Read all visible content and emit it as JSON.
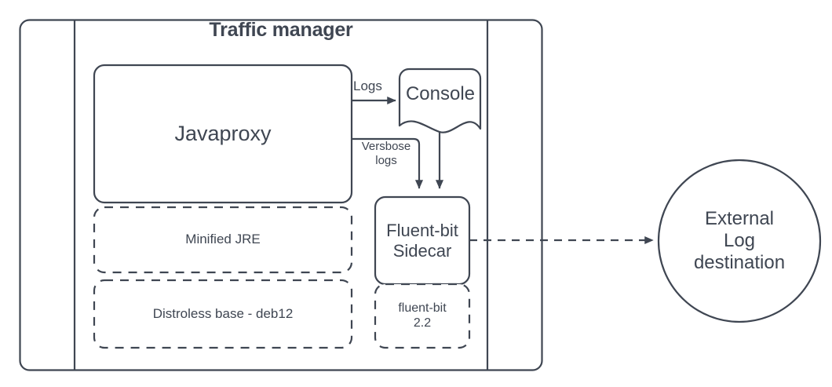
{
  "diagram": {
    "title": "Traffic manager",
    "stroke_color": "#3f4652",
    "text_color": "#3f4652",
    "background_color": "#ffffff",
    "nodes": {
      "container": {
        "label": "Traffic manager",
        "style": "rounded-rect-solid"
      },
      "javaproxy": {
        "label": "Javaproxy",
        "style": "rounded-rect-solid"
      },
      "minified_jre": {
        "label": "Minified JRE",
        "style": "rounded-rect-dashed"
      },
      "distroless_base": {
        "label": "Distroless base - deb12",
        "style": "rounded-rect-dashed"
      },
      "console": {
        "label": "Console",
        "style": "document-wave"
      },
      "fluentbit_sidecar": {
        "label": "Fluent-bit\nSidecar",
        "style": "rounded-rect-solid"
      },
      "fluentbit_version": {
        "label": "fluent-bit\n2.2",
        "style": "rounded-rect-dashed"
      },
      "external_log_destination": {
        "label": "External\nLog\ndestination",
        "style": "circle-solid"
      }
    },
    "edges": [
      {
        "id": "logs",
        "label": "Logs",
        "from": "javaproxy",
        "to": "console",
        "style": "solid-arrow"
      },
      {
        "id": "verbose-logs",
        "label": "Versbose\nlogs",
        "from": "javaproxy",
        "to": "fluentbit_sidecar",
        "style": "solid-arrow"
      },
      {
        "id": "console-to-sidecar",
        "label": "",
        "from": "console",
        "to": "fluentbit_sidecar",
        "style": "solid-arrow"
      },
      {
        "id": "sidecar-to-external",
        "label": "",
        "from": "fluentbit_sidecar",
        "to": "external_log_destination",
        "style": "dashed-arrow"
      }
    ]
  }
}
